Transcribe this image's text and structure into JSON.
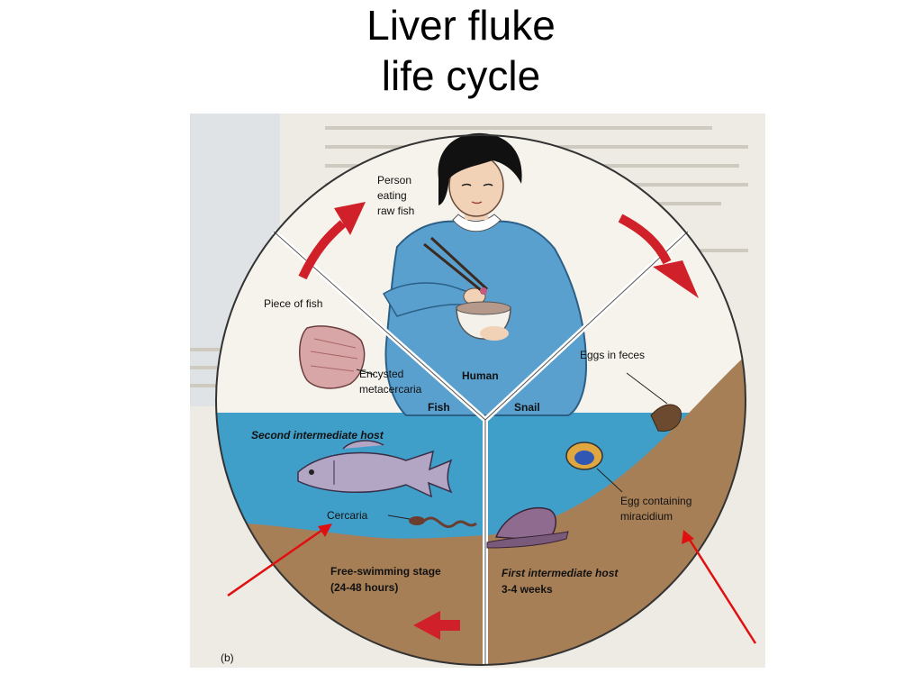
{
  "slide": {
    "title_line1": "Liver fluke",
    "title_line2": "life cycle"
  },
  "diagram": {
    "labels": {
      "person_line1": "Person",
      "person_line2": "eating",
      "person_line3": "raw  fish",
      "piece_of_fish": "Piece of fish",
      "encysted_line1": "Encysted",
      "encysted_line2": "metacercaria",
      "human": "Human",
      "fish": "Fish",
      "snail": "Snail",
      "eggs_in_feces": "Eggs in feces",
      "second_host": "Second intermediate host",
      "egg_containing_line1": "Egg containing",
      "egg_containing_line2": "miracidium",
      "cercaria": "Cercaria",
      "free_swimming_line1": "Free-swimming stage",
      "free_swimming_line2": "(24-48 hours)",
      "first_host_line1": "First intermediate host",
      "first_host_line2": "3-4 weeks",
      "panel": "(b)"
    }
  }
}
